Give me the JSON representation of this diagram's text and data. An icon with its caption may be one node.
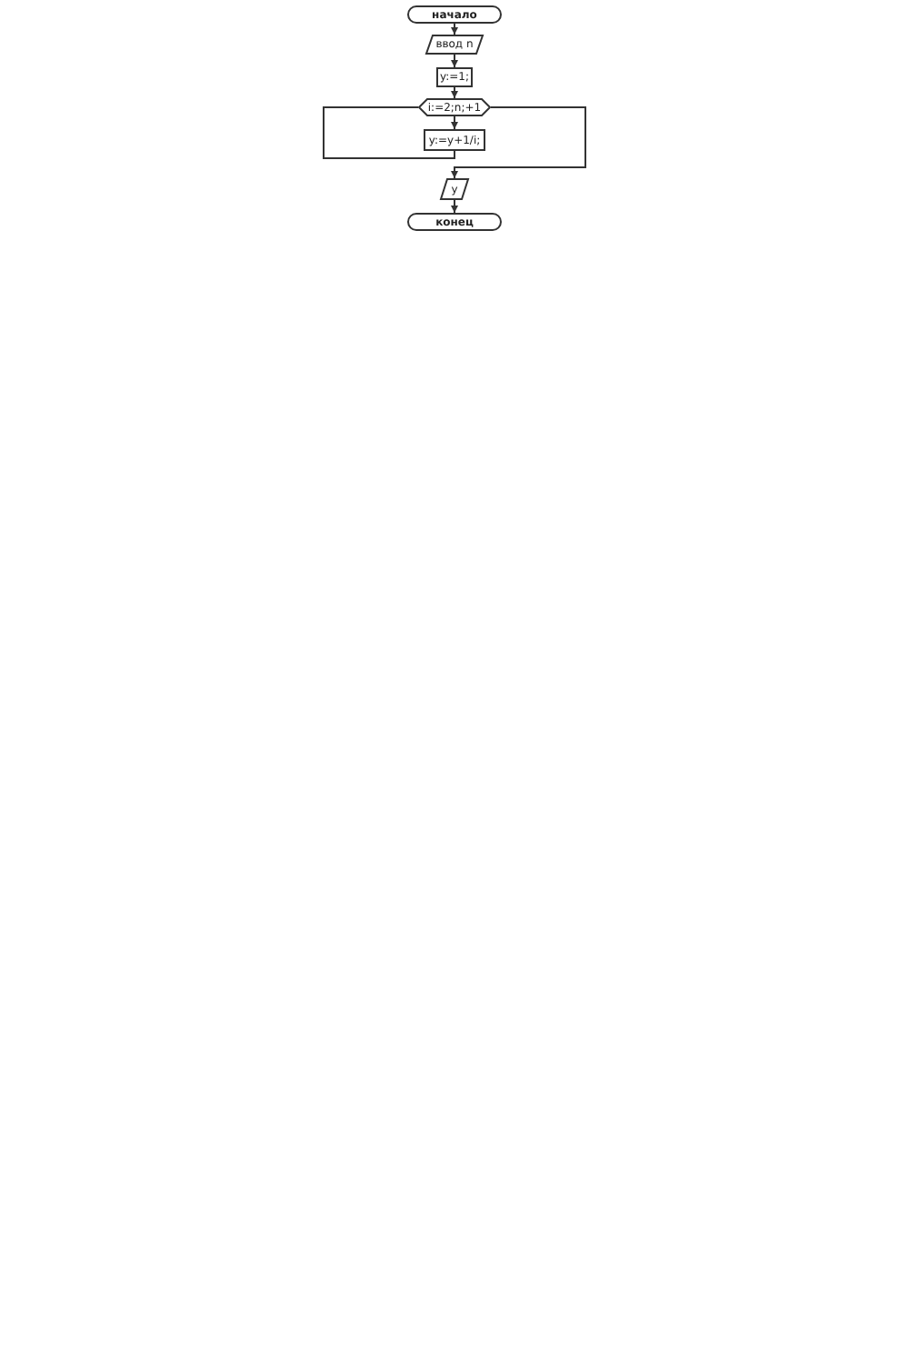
{
  "diagram": {
    "nodes": [
      {
        "text": [
          "начало"
        ]
      },
      {
        "text": [
          "ввод n"
        ]
      },
      {
        "text": [
          "y:=1;"
        ]
      },
      {
        "text": [
          "i:=2;n;+1"
        ]
      },
      {
        "text": [
          "y:=y+1/i;"
        ]
      },
      {
        "text": [
          "y"
        ]
      },
      {
        "text": [
          "конец"
        ]
      }
    ],
    "edges": [
      {
        "from": 0,
        "to": 1,
        "arrow": "to"
      },
      {
        "from": 1,
        "to": 2,
        "arrow": "to"
      },
      {
        "from": 2,
        "to": 3,
        "arrow": "to"
      },
      {
        "from": 3,
        "to": 4,
        "arrow": "to"
      },
      {
        "from": 4,
        "to": 3,
        "arrow": "none"
      },
      {
        "from": 3,
        "to": 5,
        "arrow": "to"
      },
      {
        "from": 5,
        "to": 6,
        "arrow": "to"
      }
    ]
  }
}
